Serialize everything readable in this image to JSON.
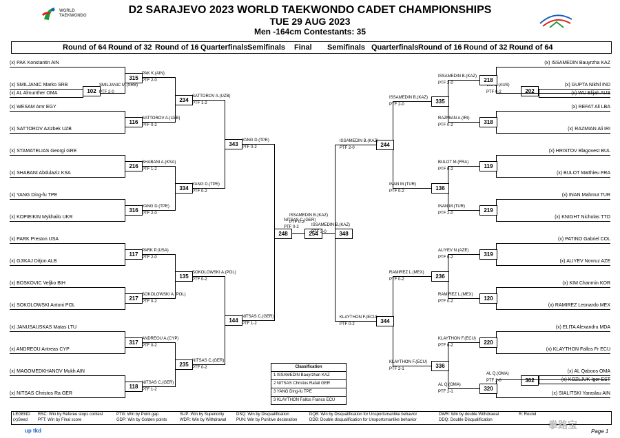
{
  "header": {
    "event": "D2 SARAJEVO 2023 WORLD TAEKWONDO CADET CHAMPIONSHIPS",
    "date": "TUE 29 AUG 2023",
    "category": "Men -164cm  Contestants: 35",
    "logo_text1": "WORLD",
    "logo_text2": "TAEKWONDO"
  },
  "rounds_left": [
    "Round of 64",
    "Round of 32",
    "Round of 16",
    "Quarterfinals",
    "Semifinals"
  ],
  "rounds_final": "Final",
  "rounds_right": [
    "Semifinals",
    "Quarterfinals",
    "Round of 16",
    "Round of 32",
    "Round of 64"
  ],
  "left_names": [
    "(x) PAK Konstantin AIN",
    "(x) SMILJANIC Marko SRB",
    "(x) AL Almunther OMA",
    "(x) WESAM Amr EGY",
    "(x) SATTOROV Azizbek UZB",
    "(x) STAMATELIAS Georgi GRE",
    "(x) SHABANI Abdulaziz  KSA",
    "(x) YANG Ding-fu TPE",
    "(x) KOPIEIKIN Mykhailo UKR",
    "(x) PARK Preston USA",
    "(x) GJIKAJ Ditjon ALB",
    "(x) BOSKOVIC Veljko BIH",
    "(x) SOKOLOWSKI Antoni POL",
    "(x) JANUSAUSKAS Matas LTU",
    "(x) ANDREOU Antreas CYP",
    "(x) MAGOMEDKHANOV Mukh AIN",
    "(x) NITSAS Christos Ra GER"
  ],
  "right_names": [
    "(x) ISSAMEDIN Bauyrzha KAZ",
    "(x) GUPTA Nikhil IND",
    "(x) WU Elijah AUS",
    "(x) REFAT Ali LBA",
    "(x) RAZMIAN Ali IRI",
    "(x) HRISTOV Blagovest BUL",
    "(x) BULOT Matthieu FRA",
    "(x) INAN Mahmut TUR",
    "(x) KNIGHT Nicholas TTO",
    "(x) PATINO Gabriel COL",
    "(x) ALIYEV Novruz AZE",
    "(x) KIM Chanmin KOR",
    "(x) RAMIREZ Leonardo MEX",
    "(x) ELITA Alexandru MDA",
    "(x) KLAYTHON Fallos Fr ECU",
    "(x) AL Qaboos OMA",
    "(x) KOZLJUK Igor EST",
    "(x) SIALITSKI Yaraslau AIN"
  ],
  "matches": [
    {
      "num": "102",
      "winner": "SMILJANIC M.(SRB)",
      "score": "PTF 2-0"
    },
    {
      "num": "315",
      "winner": "PAK K.(AIN)",
      "score": "PTF 2-0"
    },
    {
      "num": "116",
      "winner": "SATTOROV A.(UZB)",
      "score": "PTF 0-2"
    },
    {
      "num": "234",
      "winner": "SATTOROV A.(UZB)",
      "score": "PTF 1-2"
    },
    {
      "num": "216",
      "winner": "SHABANI A.(KSA)",
      "score": "PTF 1-2"
    },
    {
      "num": "316",
      "winner": "YANG D.(TPE)",
      "score": "PTF 2-0"
    },
    {
      "num": "334",
      "winner": "YANG D.(TPE)",
      "score": "PTF 0-2"
    },
    {
      "num": "343",
      "winner": "YANG D.(TPE)",
      "score": "PTF 0-2"
    },
    {
      "num": "117",
      "winner": "PARK P.(USA)",
      "score": "PTF 2-0"
    },
    {
      "num": "217",
      "winner": "SOKOLOWSKI A.(POL)",
      "score": "PTF 0-2"
    },
    {
      "num": "135",
      "winner": "SOKOLOWSKI A.(POL)",
      "score": "PTF 0-2"
    },
    {
      "num": "317",
      "winner": "ANDREOU A.(CYP)",
      "score": "PTF 0-2"
    },
    {
      "num": "118",
      "winner": "NITSAS C.(GER)",
      "score": "PTF 1-2"
    },
    {
      "num": "235",
      "winner": "NITSAS C.(GER)",
      "score": "PTF 0-2"
    },
    {
      "num": "144",
      "winner": "NITSAS C.(GER)",
      "score": "PTF 1-2"
    },
    {
      "num": "248",
      "winner": "NITSAS C.(GER)",
      "score": "PTF 0-2"
    },
    {
      "num": "254",
      "winner": "ISSAMEDIN B.(KAZ)",
      "score": "PTF 0-2"
    },
    {
      "num": "348",
      "winner": "ISSAMEDIN B.(KAZ)",
      "score": "PTF 2-0"
    },
    {
      "num": "218",
      "winner": "ISSAMEDIN B.(KAZ)",
      "score": "PTF 2-0"
    },
    {
      "num": "202",
      "winner": "WU E.(AUS)",
      "score": "PTF 0-2"
    },
    {
      "num": "335",
      "winner": "ISSAMEDIN B.(KAZ)",
      "score": "PTF 2-0"
    },
    {
      "num": "318",
      "winner": "RAZMIAN A.(IRI)",
      "score": "PTF 0-2"
    },
    {
      "num": "244",
      "winner": "ISSAMEDIN B.(KAZ)",
      "score": "PTF 2-0"
    },
    {
      "num": "119",
      "winner": "BULOT M.(FRA)",
      "score": "PTF 0-2"
    },
    {
      "num": "136",
      "winner": "INAN M.(TUR)",
      "score": "PTF 0-2"
    },
    {
      "num": "219",
      "winner": "INAN M.(TUR)",
      "score": "PTF 2-0"
    },
    {
      "num": "319",
      "winner": "ALIYEV N.(AZE)",
      "score": "PTF 0-2"
    },
    {
      "num": "236",
      "winner": "RAMIREZ L.(MEX)",
      "score": "PTF 0-2"
    },
    {
      "num": "120",
      "winner": "RAMIREZ L.(MEX)",
      "score": "PTF 0-2"
    },
    {
      "num": "344",
      "winner": "KLAYTHON F.(ECU)",
      "score": "PTF 0-2"
    },
    {
      "num": "220",
      "winner": "KLAYTHON F.(ECU)",
      "score": "PTF 0-2"
    },
    {
      "num": "336",
      "winner": "KLAYTHON F.(ECU)",
      "score": "PTF 2-1"
    },
    {
      "num": "302",
      "winner": "AL Q.(OMA)",
      "score": "PTF 2-0"
    },
    {
      "num": "320",
      "winner": "AL Q.(OMA)",
      "score": "PTF 2-1"
    }
  ],
  "classification": {
    "title": "Classification",
    "rows": [
      "1 ISSAMEDIN Bauyrzhan KAZ",
      "2 NITSAS Christos Rafail GER",
      "3 YANG Ding-fu TPE",
      "3 KLAYTHON Fallos Franco ECU"
    ]
  },
  "legend": {
    "row1": [
      "LEGEND",
      "RSC: Win by Referee stops contest",
      "PTG: Win by Point gap",
      "SUP: Win by Superiority",
      "DSQ: Win by Disqualification",
      "DQB: Win by Disqualification for Unsportsmanlike behavior",
      "DWR: Win by double Withdrawal",
      "R: Round"
    ],
    "row2": [
      "(x)Seed",
      "PFT: Win by Final score",
      "GDP: Win by Golden points",
      "WDR: Win by Withdrawal",
      "PUN: Win by Punitive declaration",
      "DDB: Double disqualification for Unsportsmanlike behavior",
      "DDQ: Double Disqualification"
    ]
  },
  "footer": {
    "brand": "up tkd",
    "page": "Page 1",
    "watermark": "拳路宝"
  }
}
